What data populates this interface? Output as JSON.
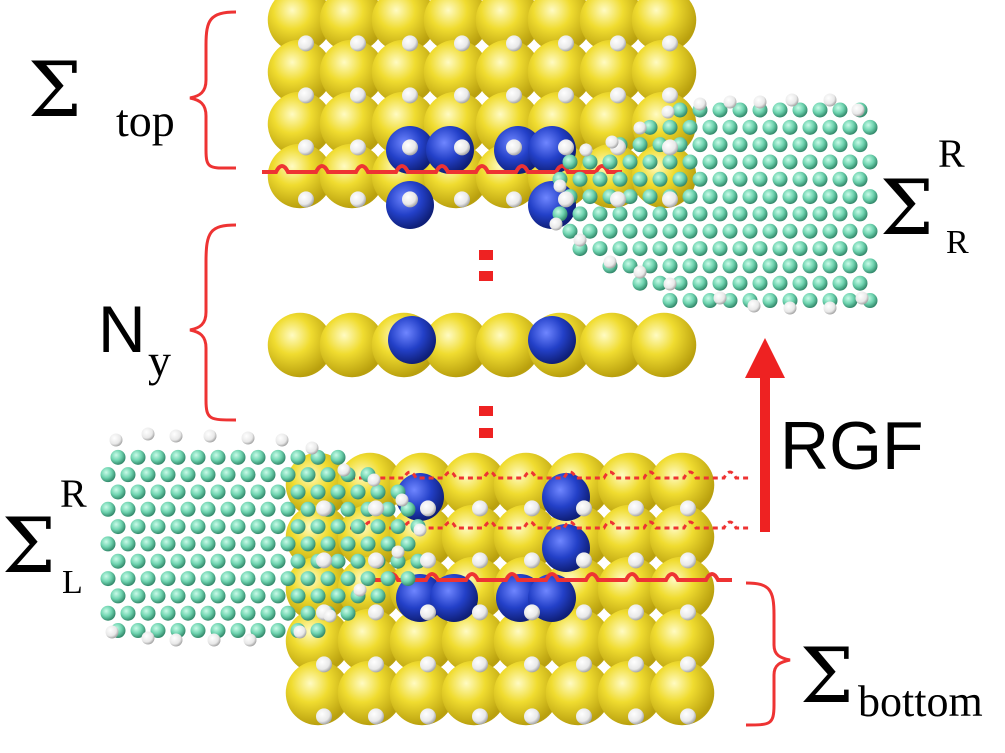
{
  "labels": {
    "sigma": "Σ",
    "top_sub": "top",
    "bottom_sub": "bottom",
    "R_sup": "R",
    "R_sub": "R",
    "L_sub": "L",
    "N": "N",
    "N_sub": "y",
    "rgf": "RGF"
  },
  "colors": {
    "gold_atom": "#e6d020",
    "gold_highlight": "#fff9a8",
    "blue_atom": "#1f3fbf",
    "hydrogen": "#f2f2f2",
    "graphene": "#6fd4b0",
    "graphene_bond": "#3c9c80",
    "bracket_red": "#ee3333",
    "arrow_red": "#ee2222"
  }
}
